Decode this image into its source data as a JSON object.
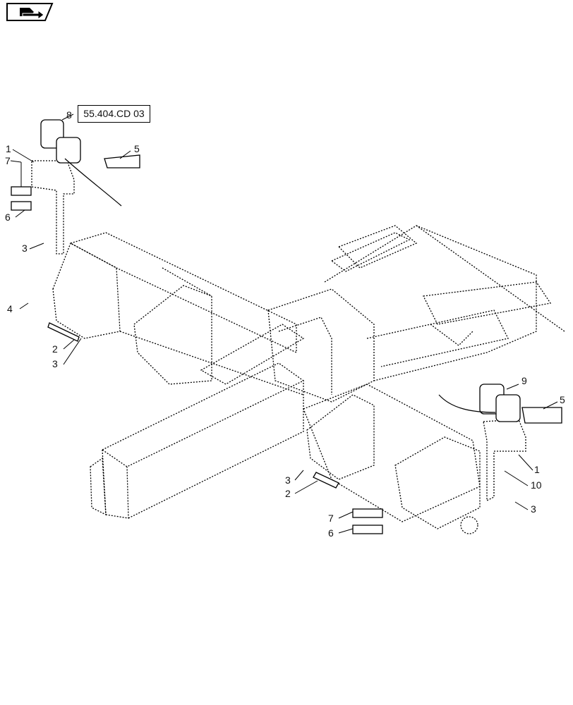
{
  "reference": "55.404.CD 03",
  "nav_icon": "next-page-arrow-icon",
  "callouts": {
    "c8": "8",
    "c5a": "5",
    "c1a": "1",
    "c7a": "7",
    "c6a": "6",
    "c3a": "3",
    "c4": "4",
    "c2a": "2",
    "c3b": "3",
    "c9": "9",
    "c5b": "5",
    "c1b": "1",
    "c10": "10",
    "c3c": "3",
    "c3d": "3",
    "c2b": "2",
    "c7b": "7",
    "c6b": "6"
  }
}
